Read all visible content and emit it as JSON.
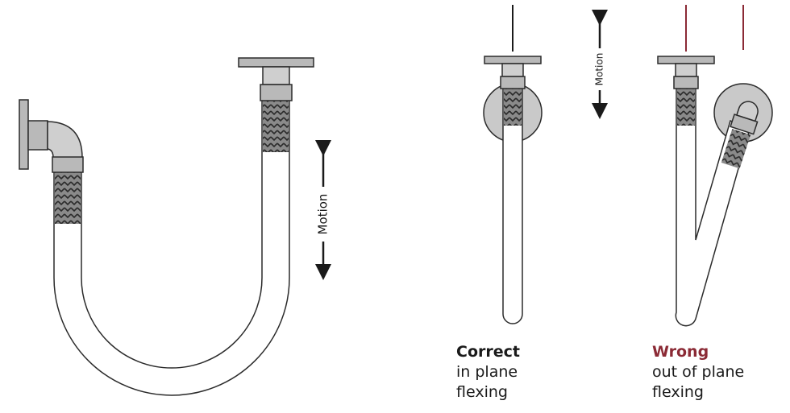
{
  "labels": {
    "motion_left": "Motion",
    "motion_middle": "Motion"
  },
  "captions": {
    "correct": {
      "head": "Correct",
      "line1": "in plane",
      "line2": "flexing"
    },
    "wrong": {
      "head": "Wrong",
      "line1": "out of plane",
      "line2": "flexing"
    }
  },
  "colors": {
    "wrong_accent": "#8b2a35",
    "outline": "#2b2b2b",
    "flange_fill": "#b9b9b9",
    "disc_fill": "#c9c9c9",
    "hose_fill": "#ffffff"
  }
}
